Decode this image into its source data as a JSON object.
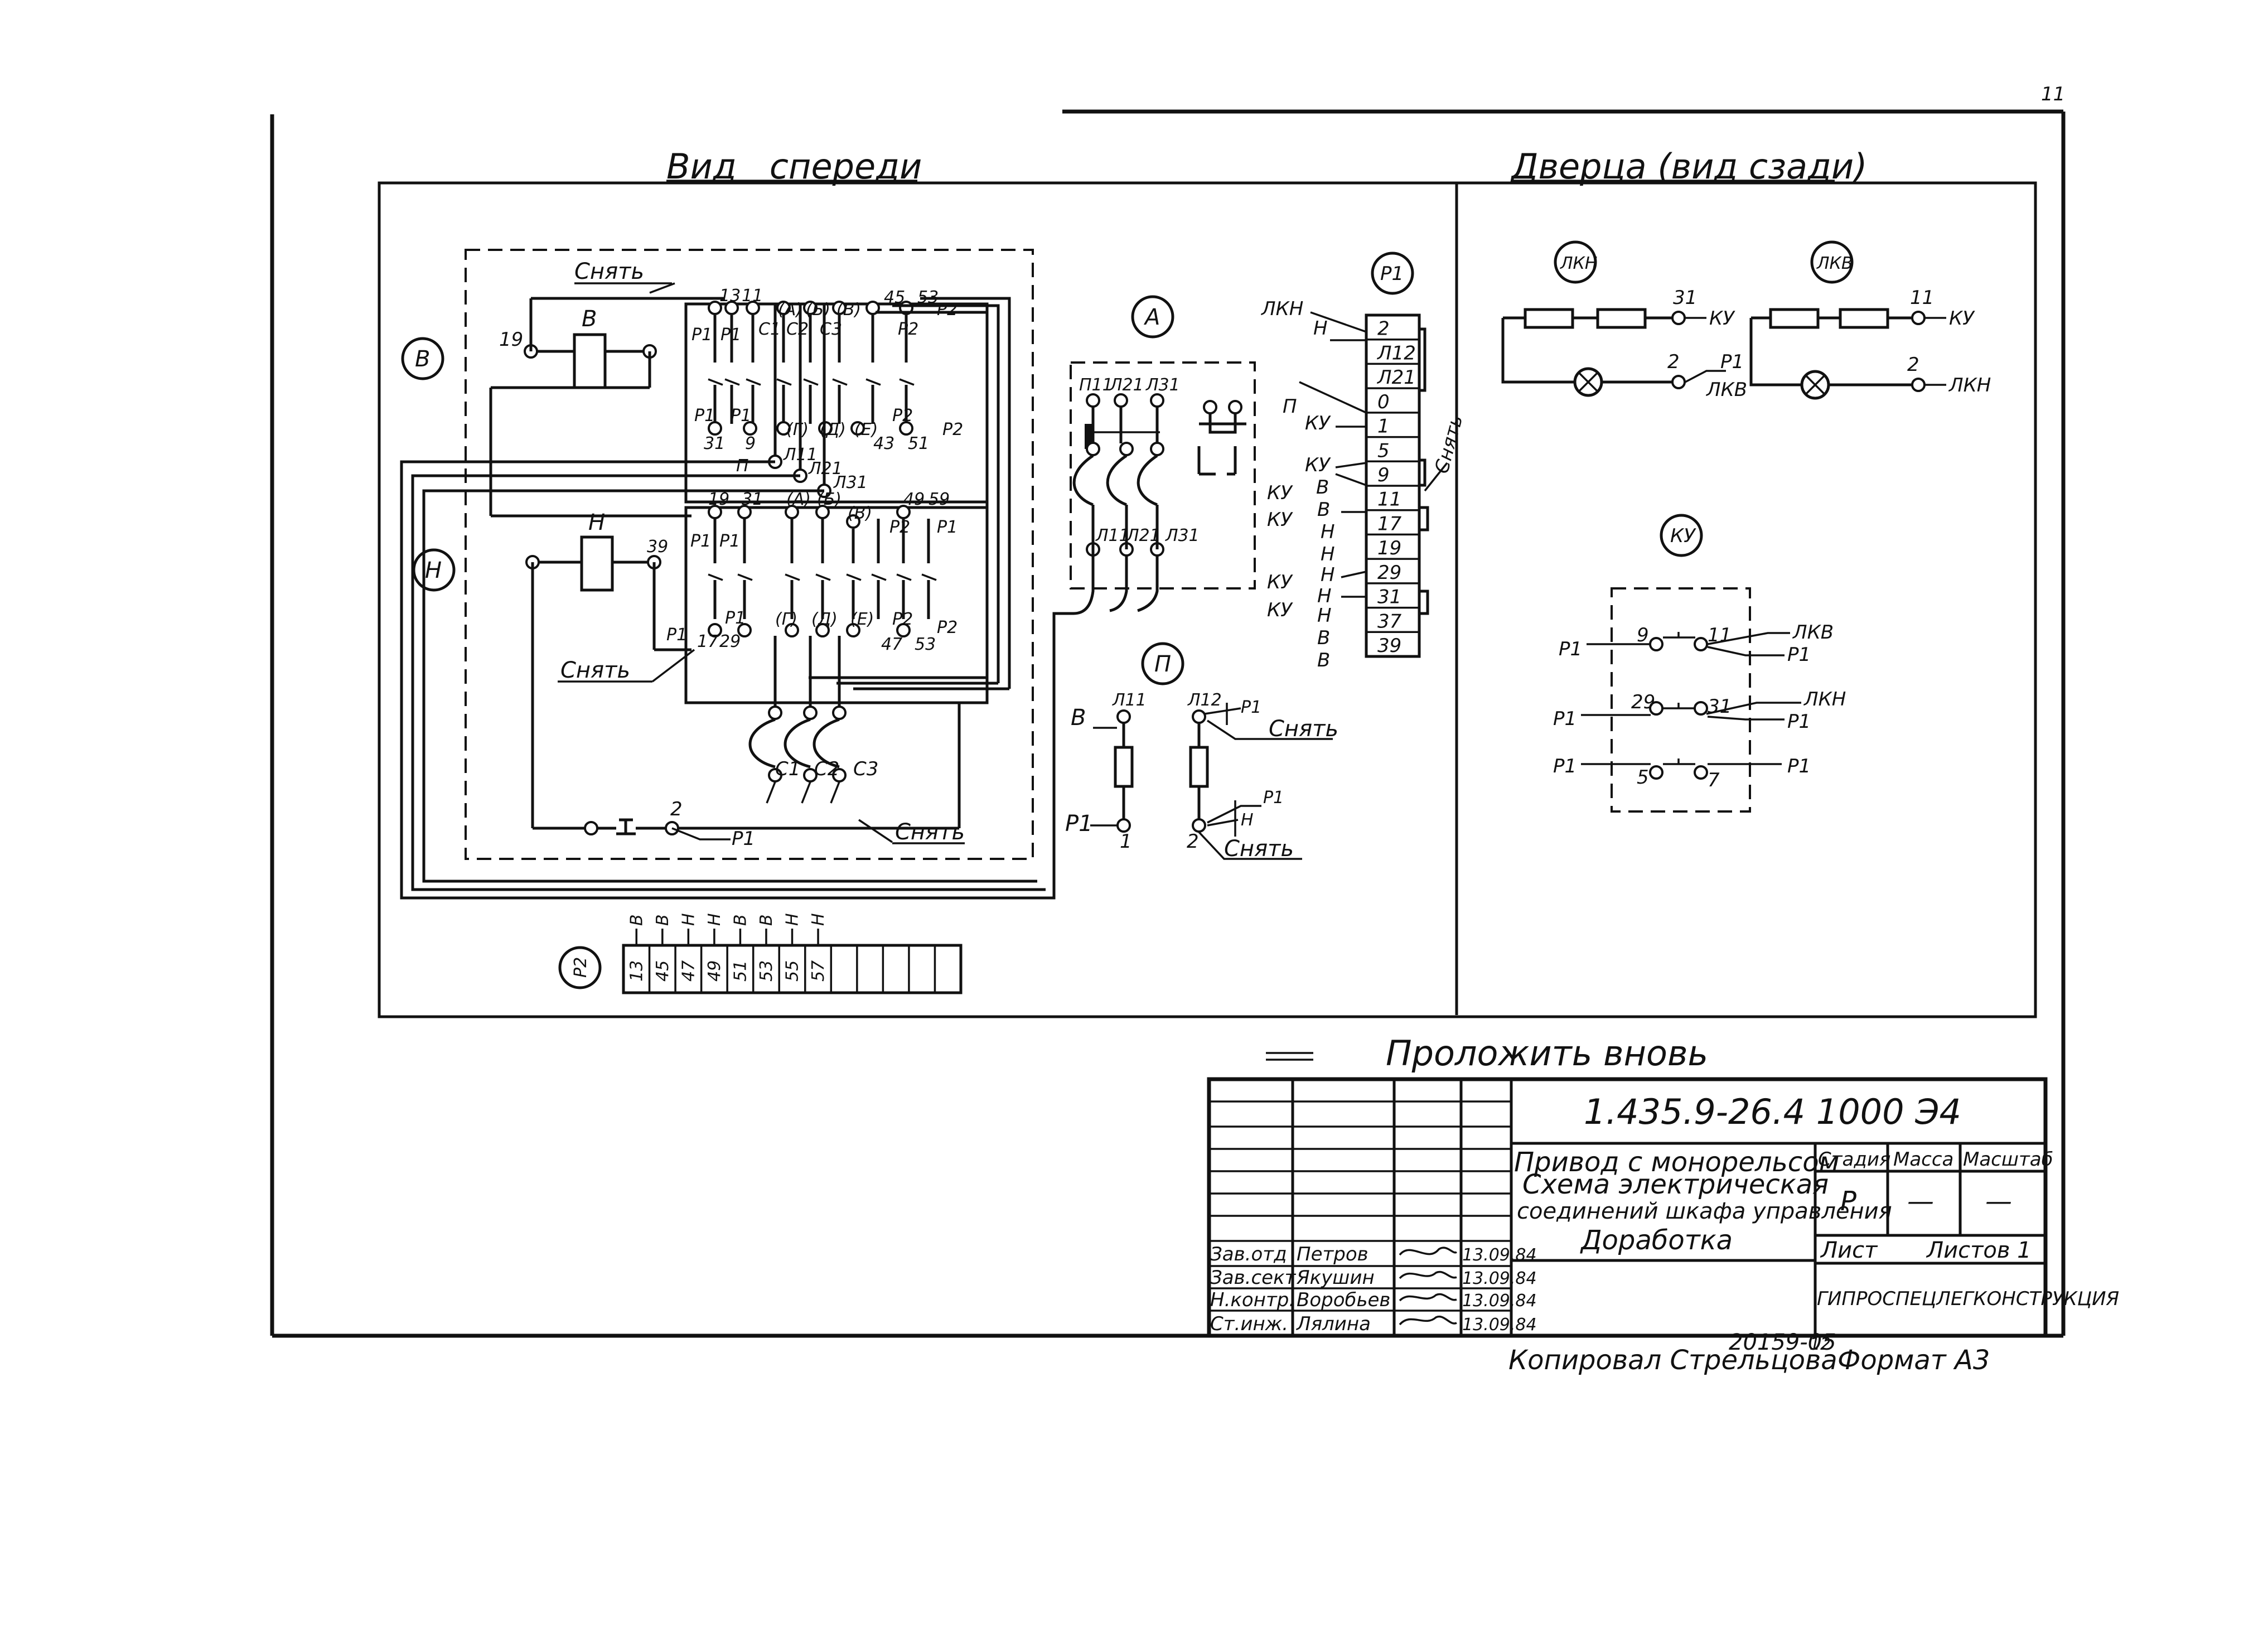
{
  "sheet": {
    "page_number": "11"
  },
  "views": {
    "front_title": "Вид   спереди",
    "door_title": "Дверца (вид сзади)"
  },
  "front": {
    "block_labels": {
      "v_circle": "В",
      "n_circle": "Н",
      "a_circle": "А",
      "p_circle": "П",
      "p1_circle": "Р1",
      "p2_circle": "Р2"
    },
    "coils": {
      "upper": "В",
      "lower": "Н"
    },
    "upper_terminals": [
      "19",
      "13",
      "11"
    ],
    "upper_phases": [
      "(А)",
      "(Б)",
      "(В)"
    ],
    "upper_numbers": [
      "45",
      "53"
    ],
    "upper_tags": [
      "Р1",
      "Р1",
      "С1",
      "С2",
      "С3",
      "Р2",
      "Р2"
    ],
    "upper_bottom_numbers": [
      "31",
      "9",
      "43",
      "51"
    ],
    "upper_bottom_phases": [
      "(Г)",
      "(Д)",
      "(Е)"
    ],
    "upper_bottom_tags": [
      "Р1",
      "Р1",
      "Р2",
      "Р2"
    ],
    "lines": [
      "Л11",
      "Л21",
      "Л31"
    ],
    "line_p": "П",
    "lower_terminals": [
      "19",
      "31",
      "49",
      "59",
      "39"
    ],
    "lower_phases": [
      "(А)",
      "(Б)",
      "(В)"
    ],
    "lower_tags": [
      "Р1",
      "Р1",
      "Р2",
      "Р1"
    ],
    "lower_bottom_numbers": [
      "17",
      "29",
      "47",
      "53"
    ],
    "lower_bottom_phases": [
      "(Г)",
      "(Д)",
      "(Е)"
    ],
    "lower_bottom_tags": [
      "Р1",
      "Р1",
      "Р2",
      "Р2"
    ],
    "motor_out": [
      "С1",
      "С2",
      "С3"
    ],
    "remove_label": "Снять",
    "button_number": "2",
    "button_tag": "Р1"
  },
  "block_a": {
    "top": [
      "П11",
      "Л21",
      "Л31"
    ],
    "bottom": [
      "Л11",
      "Л21",
      "Л31"
    ]
  },
  "block_p": {
    "left_top": "Л11",
    "left_bottom": "1",
    "left_in": "В",
    "left_out": "Р1",
    "right_top": "Л12",
    "right_bottom": "2",
    "right_tag1": "Р1",
    "right_tag2": "Р1",
    "right_n": "Н",
    "remove1": "Снять",
    "remove2": "Снять"
  },
  "terminal_block_p1": {
    "rows": [
      "2",
      "Л12",
      "Л21",
      "0",
      "1",
      "5",
      "9",
      "11",
      "17",
      "19",
      "29",
      "31",
      "37",
      "39"
    ],
    "left_labels": [
      "ЛКН",
      "Н",
      "П",
      "КУ",
      "КУ",
      "КУ",
      "В",
      "КУ",
      "В",
      "Н",
      "Н",
      "Н",
      "КУ",
      "Н",
      "КУ",
      "Н",
      "В",
      "В"
    ],
    "remove_label": "Снять"
  },
  "terminal_block_p2": {
    "cells": [
      "13",
      "45",
      "47",
      "49",
      "51",
      "53",
      "55",
      "57",
      "",
      "",
      "",
      "",
      ""
    ],
    "tags": [
      "В",
      "В",
      "Н",
      "Н",
      "В",
      "В",
      "Н",
      "Н"
    ]
  },
  "door": {
    "lkn_circle": "ЛКН",
    "lkv_circle": "ЛКВ",
    "ku_circle": "КУ",
    "left_lamp": {
      "n1": "31",
      "l1": "КУ",
      "n2": "2",
      "l2": "Р1",
      "l3": "ЛКВ"
    },
    "right_lamp": {
      "n1": "11",
      "l1": "КУ",
      "n2": "2",
      "l2": "ЛКН"
    },
    "ku": [
      {
        "left": "Р1",
        "a": "9",
        "b": "11",
        "right_top": "ЛКВ",
        "right": "Р1"
      },
      {
        "left": "Р1",
        "a": "29",
        "b": "31",
        "right_top": "ЛКН",
        "right": "Р1"
      },
      {
        "left": "Р1",
        "a": "5",
        "b": "7",
        "right_top": "",
        "right": "Р1"
      }
    ]
  },
  "legend": {
    "mark": "═══",
    "text": "Проложить вновь"
  },
  "title_block": {
    "doc_code": "1.435.9-26.4 1000 Э4",
    "title_lines": [
      "Привод с монорельсом",
      "Схема электрическая",
      "соединений шкафа управления",
      "Доработка"
    ],
    "stage_label": "Стадия",
    "mass_label": "Масса",
    "scale_label": "Масштаб",
    "stage_value": "Р",
    "mass_value": "—",
    "scale_value": "—",
    "sheet_label": "Лист",
    "sheets_label": "Листов 1",
    "org": "ГИПРОСПЕЦЛЕГКОНСТРУКЦИЯ",
    "signatures": [
      {
        "role": "Зав.отд",
        "name": "Петров",
        "date": "13.09.84"
      },
      {
        "role": "Зав.сект",
        "name": "Якушин",
        "date": "13.09.84"
      },
      {
        "role": "Н.контр.",
        "name": "Воробьев",
        "date": "13.09.84"
      },
      {
        "role": "Ст.инж.",
        "name": "Лялина",
        "date": "13.09.84"
      }
    ]
  },
  "footer": {
    "copied": "Копировал Стрельцова",
    "inventory": "20159-05",
    "sheet_no": "12",
    "format": "Формат А3"
  }
}
